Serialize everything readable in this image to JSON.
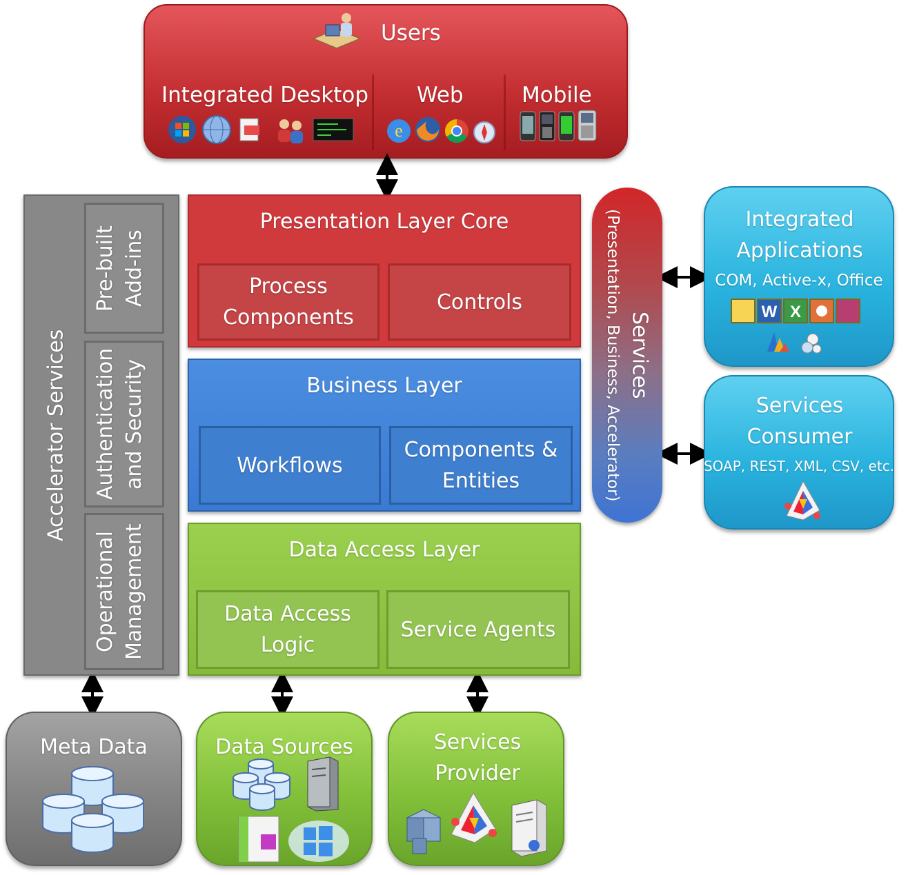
{
  "users": {
    "title": "Users",
    "sections": [
      {
        "label": "Integrated Desktop"
      },
      {
        "label": "Web"
      },
      {
        "label": "Mobile"
      }
    ]
  },
  "presentation": {
    "title": "Presentation Layer Core",
    "process_components": "Process Components",
    "controls": "Controls"
  },
  "business": {
    "title": "Business Layer",
    "workflows": "Workflows",
    "components_entities": "Components & Entities"
  },
  "data_access": {
    "title": "Data Access Layer",
    "logic": "Data Access Logic",
    "service_agents": "Service Agents"
  },
  "accelerator": {
    "title": "Accelerator Services",
    "addins": "Pre-built Add-ins",
    "auth": "Authentication and Security",
    "ops": "Operational Management"
  },
  "services_pill": {
    "title": "Services",
    "subtitle": "(Presentation, Business, Accelerator)"
  },
  "integrated_apps": {
    "title": "Integrated Applications",
    "subtitle": "COM, Active-x, Office"
  },
  "services_consumer": {
    "title": "Services Consumer",
    "subtitle": "SOAP, REST, XML, CSV, etc."
  },
  "bottom": {
    "meta_data": "Meta Data",
    "data_sources": "Data Sources",
    "services_provider": "Services Provider"
  },
  "colors": {
    "red": "#d03a3d",
    "blue": "#3a7ad4",
    "green": "#86ba3a",
    "gray": "#888888",
    "cyan": "#2ab4df"
  }
}
